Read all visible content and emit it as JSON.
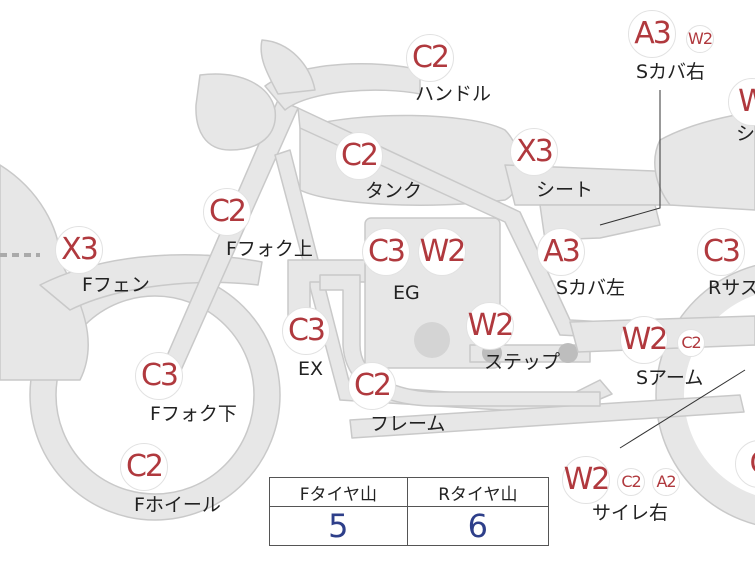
{
  "colors": {
    "body": "#e7e7e7",
    "outline": "#c9c9c9",
    "badge_text": "#b0393e",
    "value_text": "#2e3f8a"
  },
  "badges": [
    {
      "id": "handle",
      "text": "C2"
    },
    {
      "id": "scover-r",
      "text": "A3"
    },
    {
      "id": "scover-r-sub",
      "text": "W2"
    },
    {
      "id": "right-top",
      "text": "W"
    },
    {
      "id": "tank",
      "text": "C2"
    },
    {
      "id": "seat",
      "text": "X3"
    },
    {
      "id": "ffork-upper",
      "text": "C2"
    },
    {
      "id": "ffender",
      "text": "X3"
    },
    {
      "id": "eg-1",
      "text": "C3"
    },
    {
      "id": "eg-2",
      "text": "W2"
    },
    {
      "id": "scover-l",
      "text": "A3"
    },
    {
      "id": "rsus",
      "text": "C3"
    },
    {
      "id": "ex",
      "text": "C3"
    },
    {
      "id": "step",
      "text": "W2"
    },
    {
      "id": "sarm",
      "text": "W2"
    },
    {
      "id": "sarm-sub",
      "text": "C2"
    },
    {
      "id": "ffork-lower",
      "text": "C3"
    },
    {
      "id": "frame",
      "text": "C2"
    },
    {
      "id": "fwheel",
      "text": "C2"
    },
    {
      "id": "sider-1",
      "text": "W2"
    },
    {
      "id": "sider-2",
      "text": "C2"
    },
    {
      "id": "sider-3",
      "text": "A2"
    },
    {
      "id": "right-bottom",
      "text": "C"
    }
  ],
  "labels": {
    "handle": "ハンドル",
    "scover_r": "Sカバ右",
    "right_top": "シ",
    "tank": "タンク",
    "seat": "シート",
    "ffork_upper": "Fフォク上",
    "ffender": "Fフェン",
    "eg": "EG",
    "scover_l": "Sカバ左",
    "rsus": "Rサス",
    "ex": "EX",
    "step": "ステップ",
    "sarm": "Sアーム",
    "ffork_lower": "Fフォク下",
    "frame": "フレーム",
    "fwheel": "Fホイール",
    "sider_r": "サイレ右"
  },
  "table": {
    "headers": [
      "Fタイヤ山",
      "Rタイヤ山"
    ],
    "values": [
      "5",
      "6"
    ]
  }
}
